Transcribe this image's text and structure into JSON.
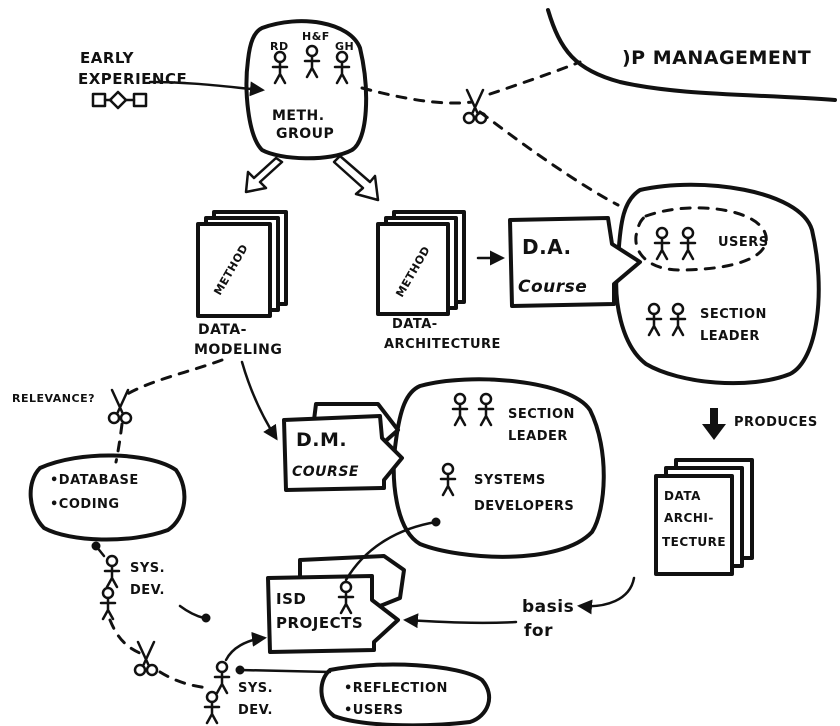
{
  "colors": {
    "ink": "#111111",
    "paper": "#ffffff"
  },
  "labels": {
    "early_experience": [
      "EARLY",
      "EXPERIENCE"
    ],
    "meth_group_roles": [
      "RD",
      "H&F",
      "GH"
    ],
    "meth_group": [
      "METH.",
      "GROUP"
    ],
    "dp_management": ")P MANAGEMENT",
    "method_stamp_1": "METHOD",
    "method_stamp_2": "METHOD",
    "data_modeling": [
      "DATA-",
      "MODELING"
    ],
    "data_architecture": [
      "DATA-",
      "ARCHITECTURE"
    ],
    "da_course": [
      "D.A.",
      "Course"
    ],
    "users": "USERS",
    "section_leader_top": [
      "SECTION",
      "LEADER"
    ],
    "produces": "PRODUCES",
    "data_architecture_doc": [
      "DATA",
      "ARCHI-",
      "TECTURE"
    ],
    "relevance": "RELEVANCE?",
    "database_coding": [
      "•DATABASE",
      "•CODING"
    ],
    "dm_course": [
      "D.M.",
      "COURSE"
    ],
    "section_leader_mid": [
      "SECTION",
      "LEADER"
    ],
    "systems_developers": [
      "SYSTEMS",
      "DEVELOPERS"
    ],
    "sys_dev_1": [
      "SYS.",
      "DEV."
    ],
    "isd_projects": [
      "ISD",
      "PROJECTS"
    ],
    "basis_for": [
      "basis",
      "for"
    ],
    "sys_dev_2": [
      "SYS.",
      "DEV."
    ],
    "reflection_users": [
      "•REFLECTION",
      "•USERS"
    ]
  },
  "icons": [
    "stick-figure-icon",
    "scissors-icon",
    "hollow-arrow-icon",
    "solid-arrow-icon",
    "document-stack-icon",
    "flow-shapes-icon"
  ]
}
